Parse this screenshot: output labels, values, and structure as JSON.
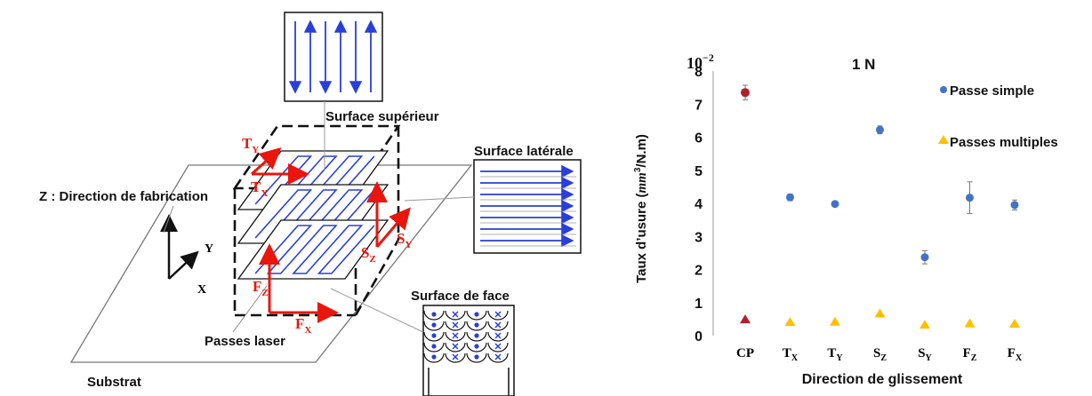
{
  "diagram": {
    "labels": {
      "surface_superieur": "Surface supérieur",
      "surface_laterale": "Surface latérale",
      "surface_de_face": "Surface de face",
      "z_direction": "Z : Direction de fabrication",
      "passes_laser": "Passes laser",
      "substrat": "Substrat",
      "axis_x": "X",
      "axis_y": "Y"
    },
    "directions": {
      "ty": {
        "main": "T",
        "sub": "Y"
      },
      "tx": {
        "main": "T",
        "sub": "X"
      },
      "sz": {
        "main": "S",
        "sub": "Z"
      },
      "sy": {
        "main": "S",
        "sub": "Y"
      },
      "fz": {
        "main": "F",
        "sub": "Z"
      },
      "fx": {
        "main": "F",
        "sub": "X"
      }
    },
    "colors": {
      "arrow": "#e8160c",
      "scan": "#2a3fd8"
    }
  },
  "chart_data": {
    "type": "scatter",
    "title": "1 N",
    "multiplier": "10",
    "multiplier_exp": "−2",
    "xlabel": "Direction de glissement",
    "ylabel_prefix": "Taux d’usure (",
    "ylabel_unit": "mm",
    "ylabel_exp": "3",
    "ylabel_suffix": "/N.m)",
    "ylim": [
      0,
      8
    ],
    "yticks": [
      "0",
      "1",
      "2",
      "3",
      "4",
      "5",
      "6",
      "7",
      "8"
    ],
    "categories": [
      {
        "main": "CP",
        "sub": ""
      },
      {
        "main": "T",
        "sub": "X"
      },
      {
        "main": "T",
        "sub": "Y"
      },
      {
        "main": "S",
        "sub": "Z"
      },
      {
        "main": "S",
        "sub": "Y"
      },
      {
        "main": "F",
        "sub": "Z"
      },
      {
        "main": "F",
        "sub": "X"
      }
    ],
    "series": [
      {
        "name": "Passe simple",
        "marker": "circle",
        "color": "#4472c4",
        "values": [
          7.35,
          4.18,
          3.98,
          6.22,
          2.37,
          4.17,
          3.95
        ],
        "errors": [
          0.22,
          0.1,
          0.05,
          0.12,
          0.2,
          0.48,
          0.15
        ],
        "point_colors": [
          "#b0202a",
          "#4472c4",
          "#4472c4",
          "#4472c4",
          "#4472c4",
          "#4472c4",
          "#4472c4"
        ]
      },
      {
        "name": "Passes multiples",
        "marker": "triangle",
        "color": "#ffc000",
        "values": [
          0.48,
          0.4,
          0.41,
          0.66,
          0.32,
          0.36,
          0.35
        ],
        "point_colors": [
          "#b0202a",
          "#ffc000",
          "#ffc000",
          "#ffc000",
          "#ffc000",
          "#ffc000",
          "#ffc000"
        ]
      }
    ],
    "legend_position": "top-right",
    "grid": false
  }
}
